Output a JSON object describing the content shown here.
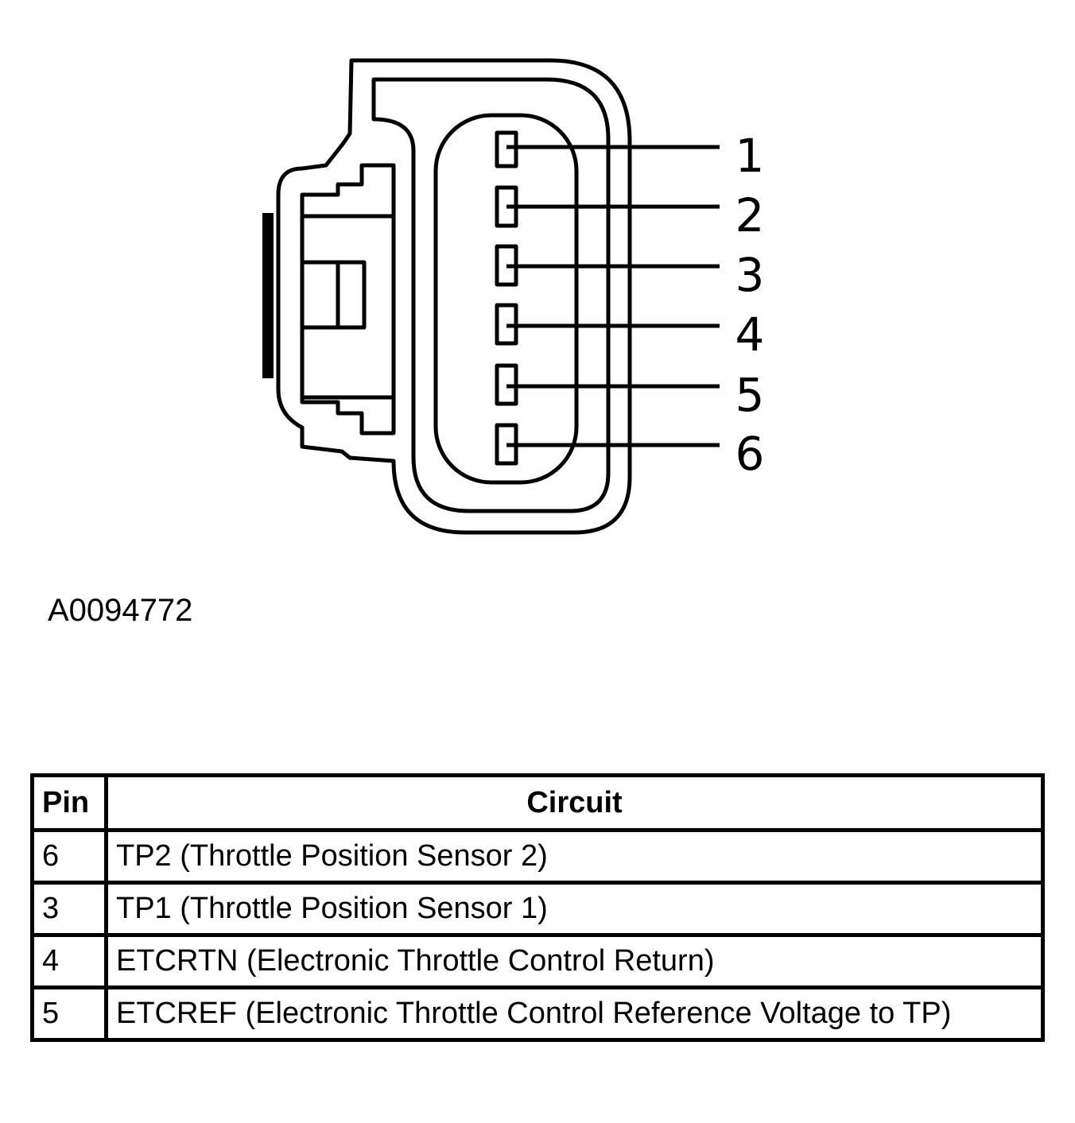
{
  "figure_id": "A0094772",
  "pin_labels": [
    "1",
    "2",
    "3",
    "4",
    "5",
    "6"
  ],
  "table": {
    "headers": {
      "pin": "Pin",
      "circuit": "Circuit"
    },
    "rows": [
      {
        "pin": "6",
        "circuit": "TP2 (Throttle Position Sensor 2)"
      },
      {
        "pin": "3",
        "circuit": "TP1 (Throttle Position Sensor 1)"
      },
      {
        "pin": "4",
        "circuit": "ETCRTN (Electronic Throttle Control Return)"
      },
      {
        "pin": "5",
        "circuit": "ETCREF (Electronic Throttle Control Reference Voltage to TP)"
      }
    ]
  }
}
